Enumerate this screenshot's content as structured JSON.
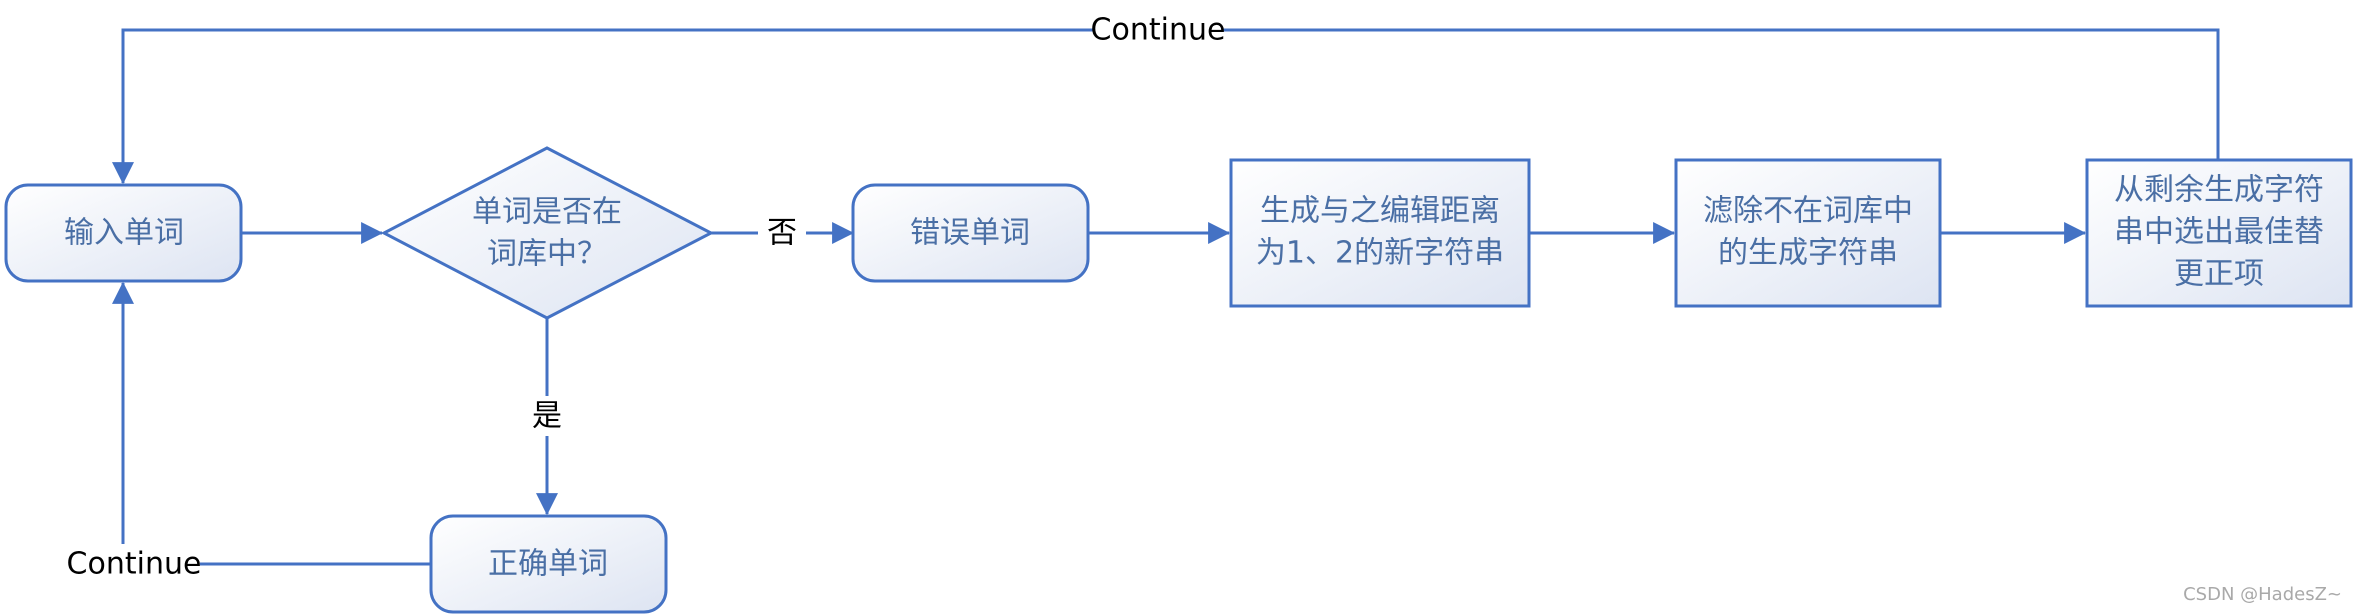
{
  "nodes": {
    "input_word": "输入单词",
    "decision": [
      "单词是否在",
      "词库中？"
    ],
    "wrong_word": "错误单词",
    "correct_word": "正确单词",
    "generate": [
      "生成与之编辑距离",
      "为1、2的新字符串"
    ],
    "filter": [
      "滤除不在词库中",
      "的生成字符串"
    ],
    "select": [
      "从剩余生成字符",
      "串中选出最佳替",
      "更正项"
    ]
  },
  "edges": {
    "no_label": "否",
    "yes_label": "是",
    "continue_top": "Continue",
    "continue_bottom": "Continue"
  },
  "watermark": "CSDN @HadesZ~",
  "colors": {
    "stroke": "#4472c4",
    "text": "#4a6fa5",
    "fill_light": "#ffffff",
    "fill_dark": "#dde4f2"
  }
}
